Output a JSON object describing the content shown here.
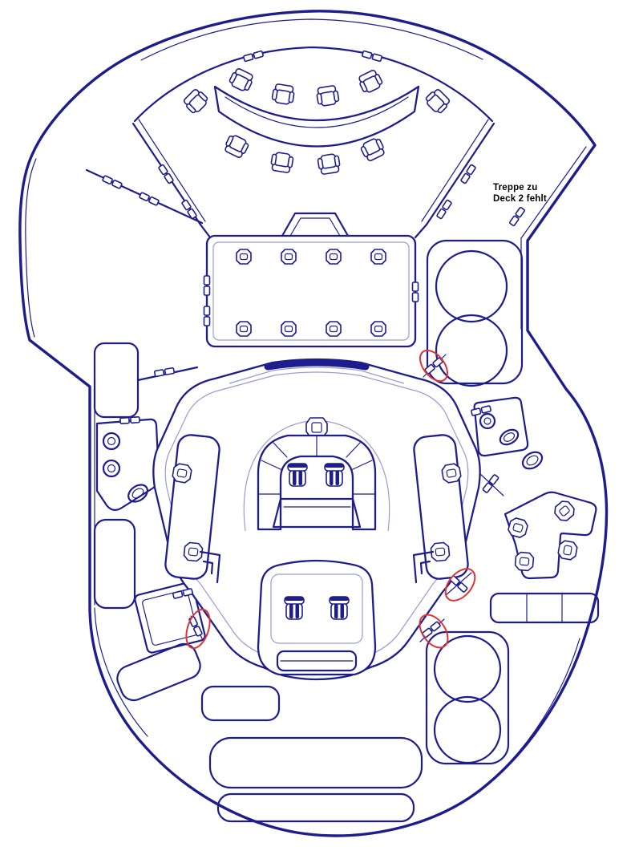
{
  "page": {
    "background": "#ffffff"
  },
  "diagram": {
    "kind": "deck-plan-blueprint",
    "annotation": {
      "line1": "Treppe zu",
      "line2": "Deck 2 fehlt"
    },
    "colors": {
      "line": "#1d1d8e",
      "lineLight": "#9a9ad2",
      "marker": "#e03333",
      "ink": "#000000",
      "bg": "#ffffff"
    }
  }
}
